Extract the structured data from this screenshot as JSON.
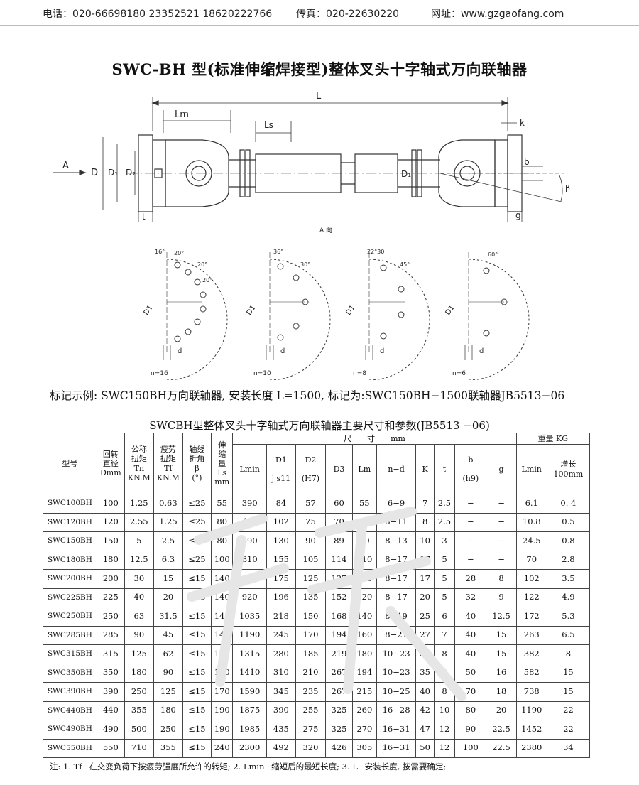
{
  "header": {
    "phone": "电话：020-66698180  23352521  18620222766",
    "fax": "传真：020-22630220",
    "website": "网址：www.gzgaofang.com"
  },
  "title": "SWC-BH 型(标准伸缩焊接型)整体叉头十字轴式万向联轴器",
  "drawing": {
    "labels": {
      "L": "L",
      "Lm": "Lm",
      "Ls": "Ls",
      "k": "k",
      "A": "A",
      "D": "D",
      "D1": "D₁",
      "D2": "D₂",
      "Ds": "D₁",
      "b": "b",
      "beta": "β",
      "t": "t",
      "g": "g",
      "a_view": "A 向"
    },
    "flange_views": [
      {
        "n_label": "n=16",
        "angles": [
          "16°",
          "20°",
          "20°",
          "20°"
        ],
        "d_label": "d",
        "d1_label": "D1"
      },
      {
        "n_label": "n=10",
        "angles": [
          "36°",
          "30°"
        ],
        "d_label": "d",
        "d1_label": "D1"
      },
      {
        "n_label": "n=8",
        "angles": [
          "22°30",
          "45°"
        ],
        "d_label": "d",
        "d1_label": "D1"
      },
      {
        "n_label": "n=6",
        "angles": [
          "60°"
        ],
        "d_label": "d",
        "d1_label": "D1"
      }
    ]
  },
  "mark_example": "标记示例: SWC150BH万向联轴器, 安装长度 L=1500, 标记为:SWC150BH−1500联轴器JB5513−06",
  "table": {
    "title": "SWCBH型整体叉头十字轴式万向联轴器主要尺寸和参数(JB5513 −06)",
    "headers": {
      "model": "型号",
      "diameter": "回转\n直径\nDmm",
      "tn": "公称\n扭矩\nTn\nKN.M",
      "tf": "疲劳\n扭矩\nTf\nKN.M",
      "beta": "轴线\n折角\nβ\n(°)",
      "ls": "伸\n缩\n量\nLs\nmm",
      "dimensions": "尺　　寸　　mm",
      "weight": "重量 KG",
      "lmin": "Lmin",
      "d1": "D1\n\nj s11",
      "d2": "D2\n\n(H7)",
      "d3": "D3",
      "lm": "Lm",
      "nd": "n−d",
      "k": "K",
      "t": "t",
      "b": "b\n\n(h9)",
      "g": "g",
      "w_lmin": "Lmin",
      "w_inc": "增长\n100mm"
    },
    "rows": [
      [
        "SWC100BH",
        "100",
        "1.25",
        "0.63",
        "≤25",
        "55",
        "390",
        "84",
        "57",
        "60",
        "55",
        "6−9",
        "7",
        "2.5",
        "−",
        "−",
        "6.1",
        "0. 4"
      ],
      [
        "SWC120BH",
        "120",
        "2.55",
        "1.25",
        "≤25",
        "80",
        "485",
        "102",
        "75",
        "70",
        "65",
        "8−11",
        "8",
        "2.5",
        "−",
        "−",
        "10.8",
        "0.5"
      ],
      [
        "SWC150BH",
        "150",
        "5",
        "2.5",
        "≤25",
        "80",
        "590",
        "130",
        "90",
        "89",
        "80",
        "8−13",
        "10",
        "3",
        "−",
        "−",
        "24.5",
        "0.8"
      ],
      [
        "SWC180BH",
        "180",
        "12.5",
        "6.3",
        "≤25",
        "100",
        "810",
        "155",
        "105",
        "114",
        "110",
        "8−17",
        "17",
        "5",
        "−",
        "−",
        "70",
        "2.8"
      ],
      [
        "SWC200BH",
        "200",
        "30",
        "15",
        "≤15",
        "140",
        "823",
        "175",
        "125",
        "127",
        "110",
        "8−17",
        "17",
        "5",
        "28",
        "8",
        "102",
        "3.5"
      ],
      [
        "SWC225BH",
        "225",
        "40",
        "20",
        "≤15",
        "140",
        "920",
        "196",
        "135",
        "152",
        "120",
        "8−17",
        "20",
        "5",
        "32",
        "9",
        "122",
        "4.9"
      ],
      [
        "SWC250BH",
        "250",
        "63",
        "31.5",
        "≤15",
        "140",
        "1035",
        "218",
        "150",
        "168",
        "140",
        "8−19",
        "25",
        "6",
        "40",
        "12.5",
        "172",
        "5.3"
      ],
      [
        "SWC285BH",
        "285",
        "90",
        "45",
        "≤15",
        "140",
        "1190",
        "245",
        "170",
        "194",
        "160",
        "8−21",
        "27",
        "7",
        "40",
        "15",
        "263",
        "6.5"
      ],
      [
        "SWC315BH",
        "315",
        "125",
        "62",
        "≤15",
        "140",
        "1315",
        "280",
        "185",
        "219",
        "180",
        "10−23",
        "32",
        "8",
        "40",
        "15",
        "382",
        "8"
      ],
      [
        "SWC350BH",
        "350",
        "180",
        "90",
        "≤15",
        "150",
        "1410",
        "310",
        "210",
        "267",
        "194",
        "10−23",
        "35",
        "8",
        "50",
        "16",
        "582",
        "15"
      ],
      [
        "SWC390BH",
        "390",
        "250",
        "125",
        "≤15",
        "170",
        "1590",
        "345",
        "235",
        "267",
        "215",
        "10−25",
        "40",
        "8",
        "70",
        "18",
        "738",
        "15"
      ],
      [
        "SWC440BH",
        "440",
        "355",
        "180",
        "≤15",
        "190",
        "1875",
        "390",
        "255",
        "325",
        "260",
        "16−28",
        "42",
        "10",
        "80",
        "20",
        "1190",
        "22"
      ],
      [
        "SWC490BH",
        "490",
        "500",
        "250",
        "≤15",
        "190",
        "1985",
        "435",
        "275",
        "325",
        "270",
        "16−31",
        "47",
        "12",
        "90",
        "22.5",
        "1452",
        "22"
      ],
      [
        "SWC550BH",
        "550",
        "710",
        "355",
        "≤15",
        "240",
        "2300",
        "492",
        "320",
        "426",
        "305",
        "16−31",
        "50",
        "12",
        "100",
        "22.5",
        "2380",
        "34"
      ]
    ]
  },
  "footer_note": "注:  1.  Tf−在交变负荷下按疲劳强度所允许的转矩;    2. Lmin−缩短后的最短长度;     3. L−安装长度, 按需要确定;",
  "colors": {
    "line": "#444444",
    "watermark": "#e6e6e6"
  }
}
